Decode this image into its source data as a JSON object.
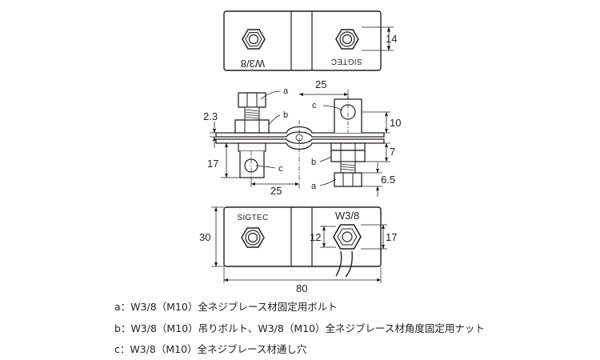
{
  "top_view": {
    "left_stamp": "W3/8",
    "right_stamp": "SIGTEC",
    "dim_height": "14"
  },
  "side_view": {
    "dim_left_thickness": "2.3",
    "dim_left_lower": "17",
    "dim_bottom_offset": "25",
    "dim_top_offset": "25",
    "dim_right_upper": "10",
    "dim_right_nut": "7",
    "dim_right_bolt": "6.5",
    "callout_a": "a",
    "callout_b": "b",
    "callout_c": "c"
  },
  "bottom_view": {
    "left_stamp": "SIGTEC",
    "right_stamp": "W3/8",
    "dim_height": "30",
    "dim_inner_left": "12",
    "dim_inner_right": "17",
    "dim_width": "80"
  },
  "legend": [
    {
      "key": "a",
      "text": "：W3/8（M10）全ネジブレース材固定用ボルト"
    },
    {
      "key": "b",
      "text": "：W3/8（M10）吊りボルト、W3/8（M10）全ネジブレース材角度固定用ナット"
    },
    {
      "key": "c",
      "text": "：W3/8（M10）全ネジブレース材通し穴"
    }
  ]
}
